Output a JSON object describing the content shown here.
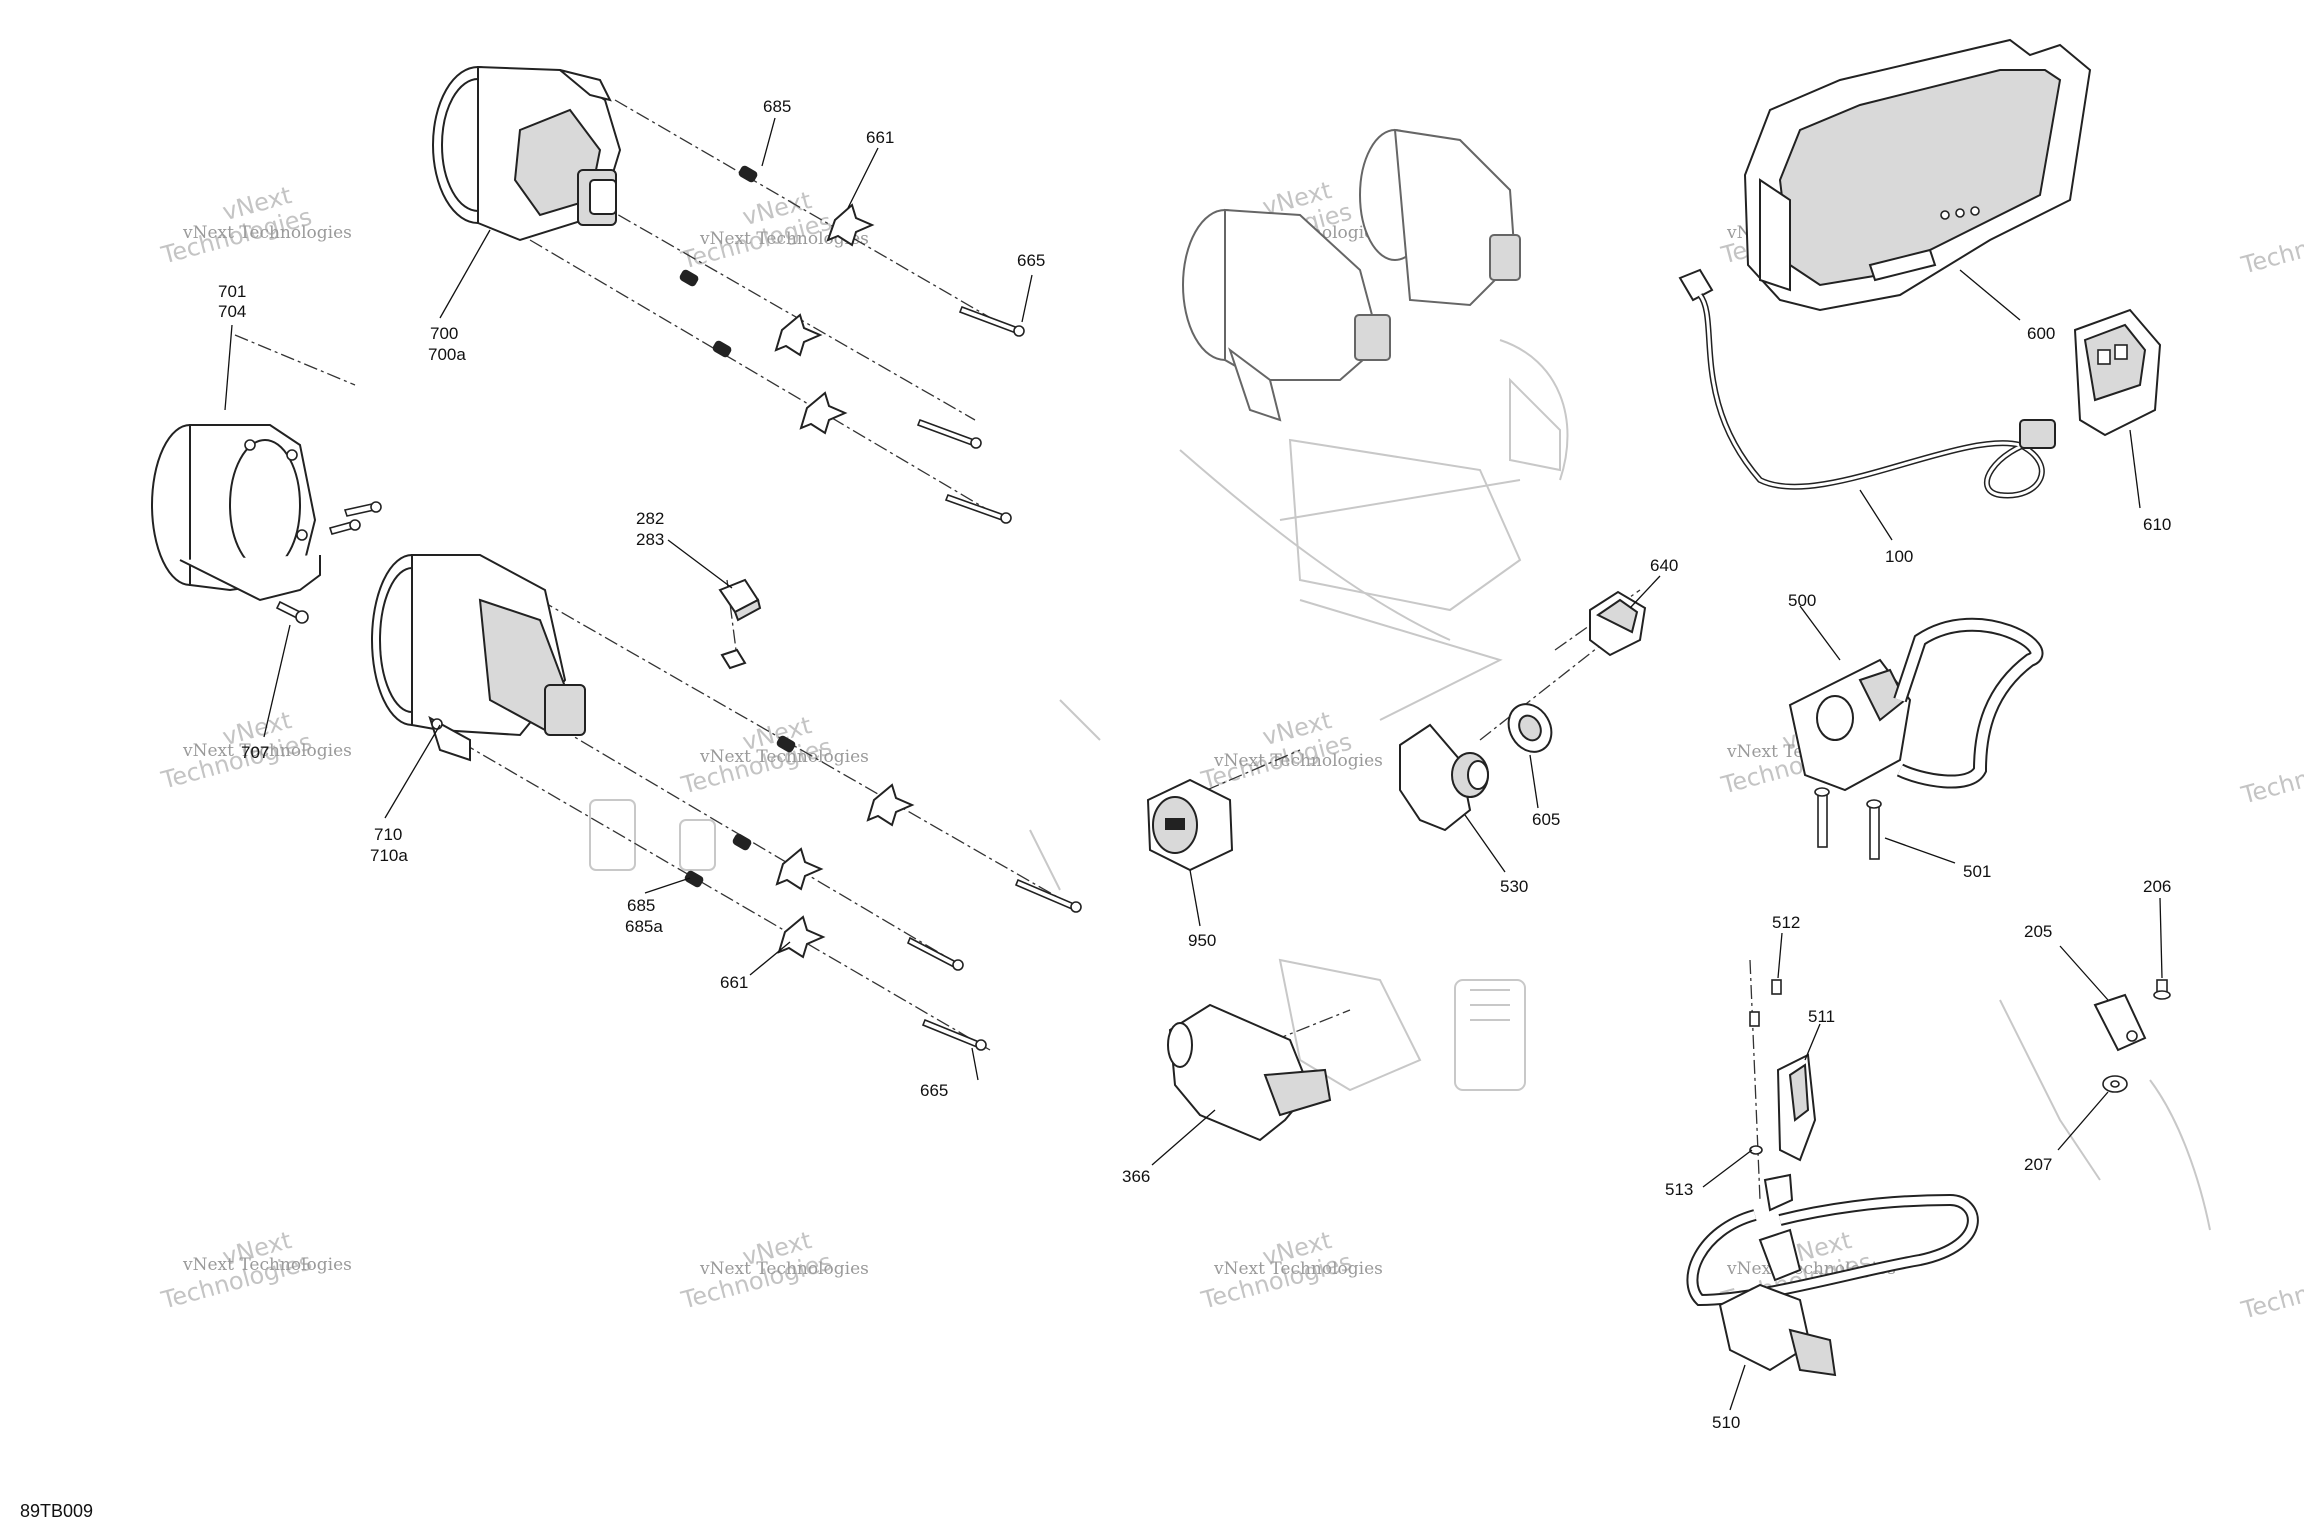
{
  "diagram": {
    "code": "89TB009",
    "labels": {
      "l685a": "685",
      "l661a": "661",
      "l665a": "665",
      "l701": "701",
      "l704": "704",
      "l700": "700",
      "l700a": "700a",
      "l282": "282",
      "l283": "283",
      "l707": "707",
      "l710": "710",
      "l710a": "710a",
      "l685b": "685",
      "l685c": "685a",
      "l661b": "661",
      "l665b": "665",
      "l600": "600",
      "l100": "100",
      "l610": "610",
      "l640": "640",
      "l500": "500",
      "l501": "501",
      "l605": "605",
      "l530": "530",
      "l950": "950",
      "l366": "366",
      "l512": "512",
      "l511": "511",
      "l513": "513",
      "l510": "510",
      "l206": "206",
      "l205": "205",
      "l207": "207"
    }
  },
  "watermark": {
    "line1": "vNext Technologies",
    "line2": "Technologies",
    "line2b": "vNext"
  },
  "colors": {
    "ink": "#222222",
    "fill_grey": "#d9d9d9",
    "faint": "#c8c8c8"
  }
}
